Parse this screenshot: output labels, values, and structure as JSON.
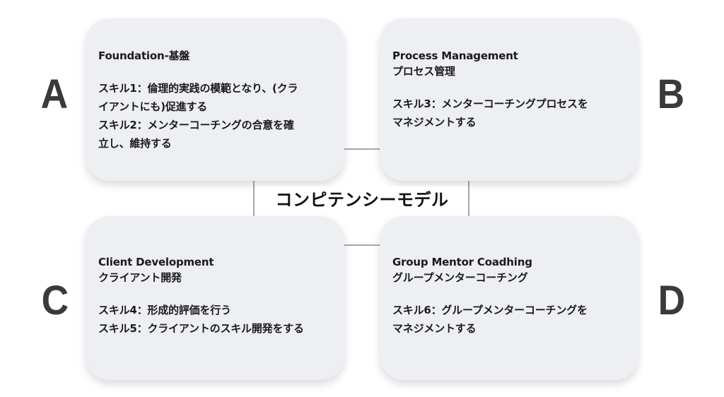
{
  "center_title": "コンピテンシーモデル",
  "quadrants": [
    {
      "letter": "A",
      "title_lines": [
        "Foundation-基盤"
      ],
      "body_lines": [
        "スキル1：倫理的実践の模範となり、(クラ",
        "イアントにも)促進する",
        "スキル2：メンターコーチングの合意を確",
        "立し、維持する"
      ]
    },
    {
      "letter": "B",
      "title_lines": [
        "Process Management",
        "プロセス管理"
      ],
      "body_lines": [
        "スキル3：メンターコーチングプロセスを",
        "マネジメントする"
      ]
    },
    {
      "letter": "C",
      "title_lines": [
        "Client Development",
        "クライアント開発"
      ],
      "body_lines": [
        "スキル4：形成的評価を行う",
        "スキル5：クライアントのスキル開発をする"
      ]
    },
    {
      "letter": "D",
      "title_lines": [
        "Group Mentor Coadhing",
        "グループメンターコーチング"
      ],
      "body_lines": [
        "スキル6：グループメンターコーチングを",
        "マネジメントする"
      ]
    }
  ]
}
